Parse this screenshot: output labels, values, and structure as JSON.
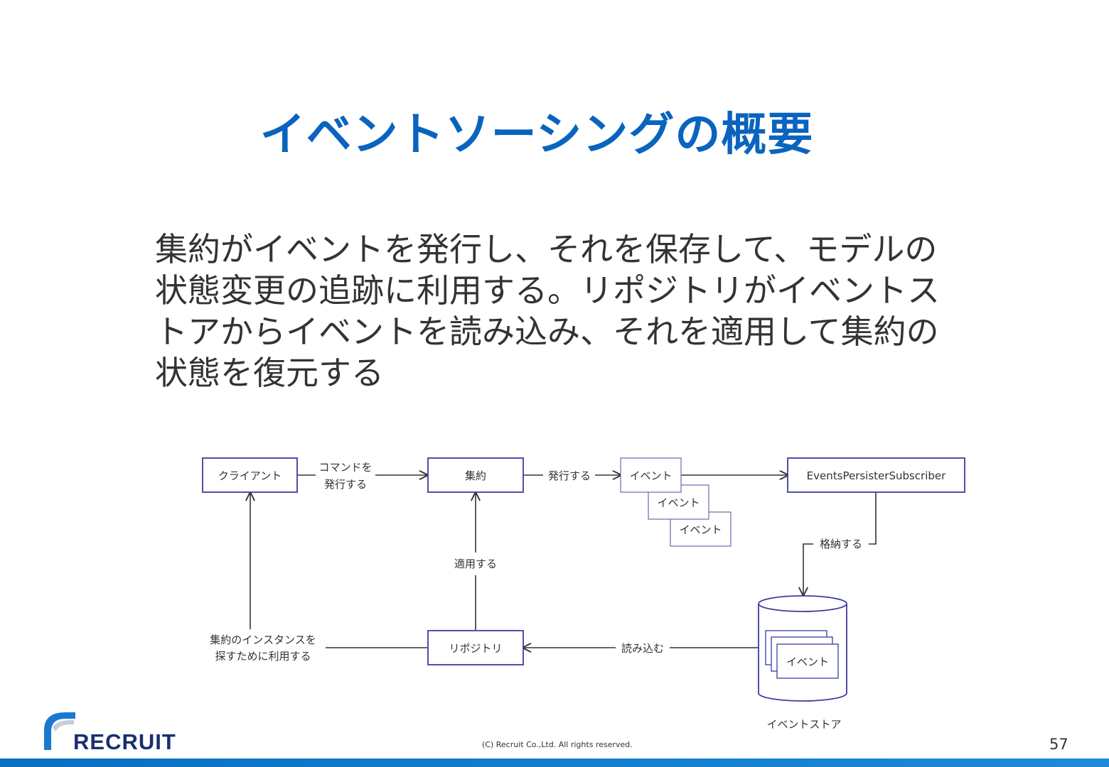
{
  "slide": {
    "title": "イベントソーシングの概要",
    "body": "集約がイベントを発行し、それを保存して、モデルの状態変更の追跡に利用する。リポジトリがイベントストアからイベントを読み込み、それを適用して集約の状態を復元する",
    "copyright": "(C) Recruit Co.,Ltd. All rights reserved.",
    "page_number": "57",
    "logo_text": "RECRUIT"
  },
  "diagram": {
    "nodes": {
      "client": "クライアント",
      "aggregate": "集約",
      "event1": "イベント",
      "event2": "イベント",
      "event3": "イベント",
      "subscriber": "EventsPersisterSubscriber",
      "repository": "リポジトリ",
      "store_event": "イベント",
      "store_name": "イベントストア"
    },
    "edges": {
      "command_line1": "コマンドを",
      "command_line2": "発行する",
      "publish": "発行する",
      "store": "格納する",
      "apply": "適用する",
      "load": "読み込む",
      "search_line1": "集約のインスタンスを",
      "search_line2": "探すために利用する"
    }
  },
  "colors": {
    "title": "#0a64bf",
    "node_border": "#3c3ca0",
    "text": "#333333",
    "logo": "#1a2f70"
  }
}
